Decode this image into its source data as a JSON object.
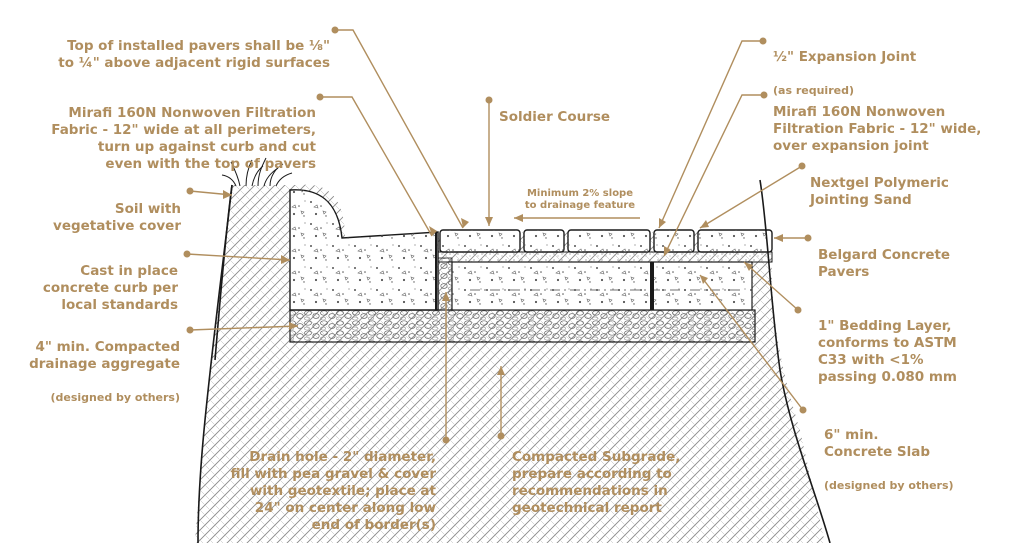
{
  "colors": {
    "accent": "#b08e5e",
    "ink": "#1a1a1a",
    "background": "#ffffff"
  },
  "callouts": {
    "paver_height": {
      "text": "Top of installed pavers shall be ⅛\"\nto ¼\" above adjacent rigid surfaces"
    },
    "filtration_fabric_left": {
      "text": "Mirafi 160N Nonwoven Filtration\nFabric - 12\" wide at all perimeters,\nturn up against curb and cut\neven with the top of pavers"
    },
    "soil": {
      "text": "Soil with\nvegetative cover"
    },
    "curb": {
      "text": "Cast in place\nconcrete curb per\nlocal standards"
    },
    "drainage_aggregate": {
      "text": "4\" min. Compacted\ndrainage aggregate",
      "note": "(designed by others)"
    },
    "soldier_course": {
      "text": "Soldier Course"
    },
    "expansion_joint": {
      "text": "½\" Expansion Joint",
      "note": "(as required)"
    },
    "filtration_fabric_right": {
      "text": "Mirafi 160N Nonwoven\nFiltration Fabric - 12\" wide,\nover expansion joint"
    },
    "jointing_sand": {
      "text": "Nextgel Polymeric\nJointing Sand"
    },
    "pavers": {
      "text": "Belgard Concrete\nPavers"
    },
    "bedding_layer": {
      "text": "1\" Bedding Layer,\nconforms to ASTM\nC33 with <1%\npassing 0.080 mm"
    },
    "concrete_slab": {
      "text": "6\" min.\nConcrete Slab",
      "note": "(designed by others)"
    },
    "drain_hole": {
      "text": "Drain hole - 2\" diameter,\nfill with pea gravel & cover\nwith geotextile; place at\n24\" on center along low\nend of border(s)"
    },
    "subgrade": {
      "text": "Compacted Subgrade,\nprepare according to\nrecommendations in\ngeotechnical report"
    }
  },
  "slope_note": "Minimum 2% slope\nto drainage feature"
}
